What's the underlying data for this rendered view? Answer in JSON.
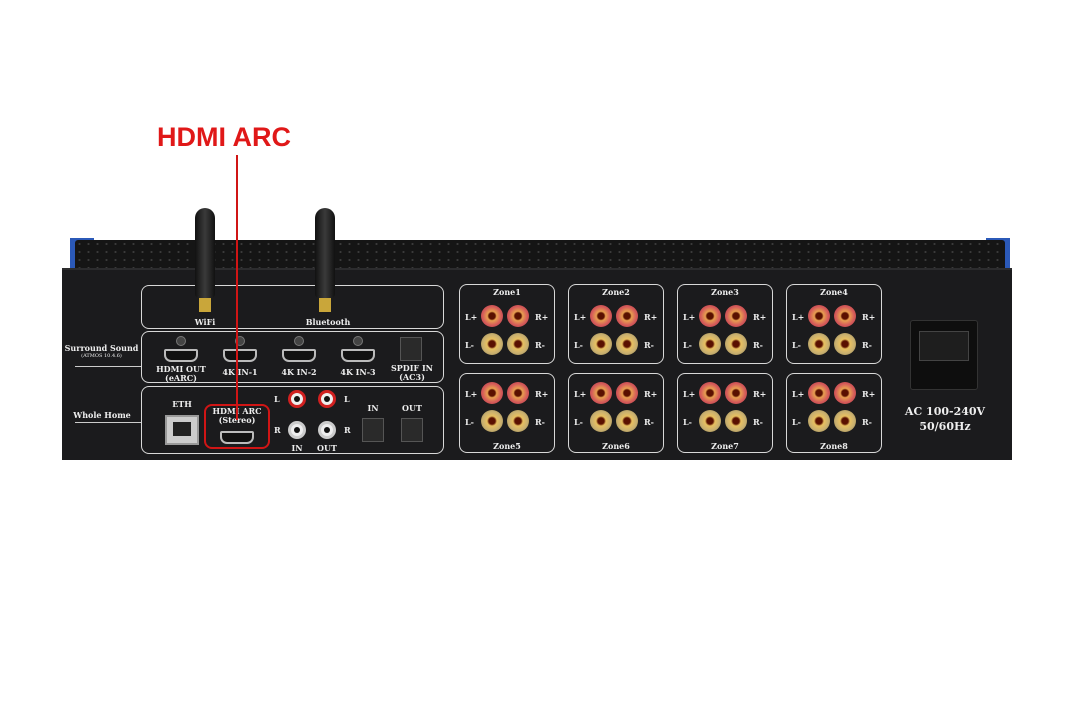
{
  "callout": "HDMI ARC",
  "wireless": {
    "wifi": "WiFi",
    "bluetooth": "Bluetooth"
  },
  "surround": {
    "title": "Surround Sound",
    "subtitle": "(ATMOS 10.4.6)",
    "hdmi_out": "HDMI OUT",
    "hdmi_out_sub": "(eARC)",
    "in1": "4K IN-1",
    "in2": "4K IN-2",
    "in3": "4K IN-3",
    "spdif": "SPDIF IN",
    "spdif_sub": "(AC3)"
  },
  "whole_home": {
    "title": "Whole Home",
    "eth": "ETH",
    "hdmi_arc": "HDMI ARC",
    "hdmi_arc_sub": "(Stereo)",
    "L": "L",
    "R": "R",
    "in": "IN",
    "out": "OUT",
    "opt_in": "IN",
    "opt_out": "OUT"
  },
  "zones": [
    "Zone1",
    "Zone2",
    "Zone3",
    "Zone4",
    "Zone5",
    "Zone6",
    "Zone7",
    "Zone8"
  ],
  "terminals": {
    "lp": "L+",
    "rp": "R+",
    "lm": "L-",
    "rm": "R-"
  },
  "power": {
    "line1": "AC 100-240V",
    "line2": "50/60Hz"
  }
}
